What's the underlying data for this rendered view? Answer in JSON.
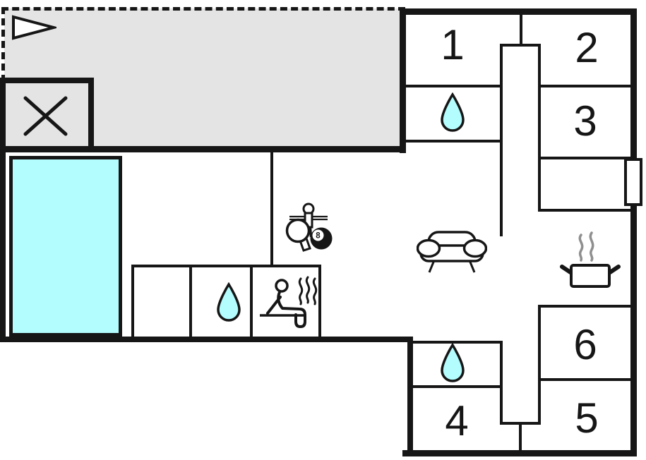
{
  "plan": {
    "type": "vacation-home floor plan",
    "colors": {
      "wall": "#161616",
      "terrace_fill": "#e4e4e4",
      "water_fill": "#b3fdff",
      "pot_steam": "#8f8f8f",
      "background": "#ffffff"
    },
    "rooms": [
      {
        "id": "room-1",
        "label": "1"
      },
      {
        "id": "room-2",
        "label": "2"
      },
      {
        "id": "room-3",
        "label": "3"
      },
      {
        "id": "room-4",
        "label": "4"
      },
      {
        "id": "room-5",
        "label": "5"
      },
      {
        "id": "room-6",
        "label": "6"
      }
    ],
    "billiard_ball": {
      "label": "8"
    },
    "icons": [
      "pennant-flag-icon",
      "x-mark-icon",
      "swimming-pool",
      "water-drop-icon",
      "sauna-icon",
      "table-tennis-paddle-icon",
      "eight-ball-icon",
      "foosball-player-icon",
      "sofa-icon",
      "cooking-pot-icon",
      "window-marker"
    ],
    "water_drop_count": 3
  }
}
